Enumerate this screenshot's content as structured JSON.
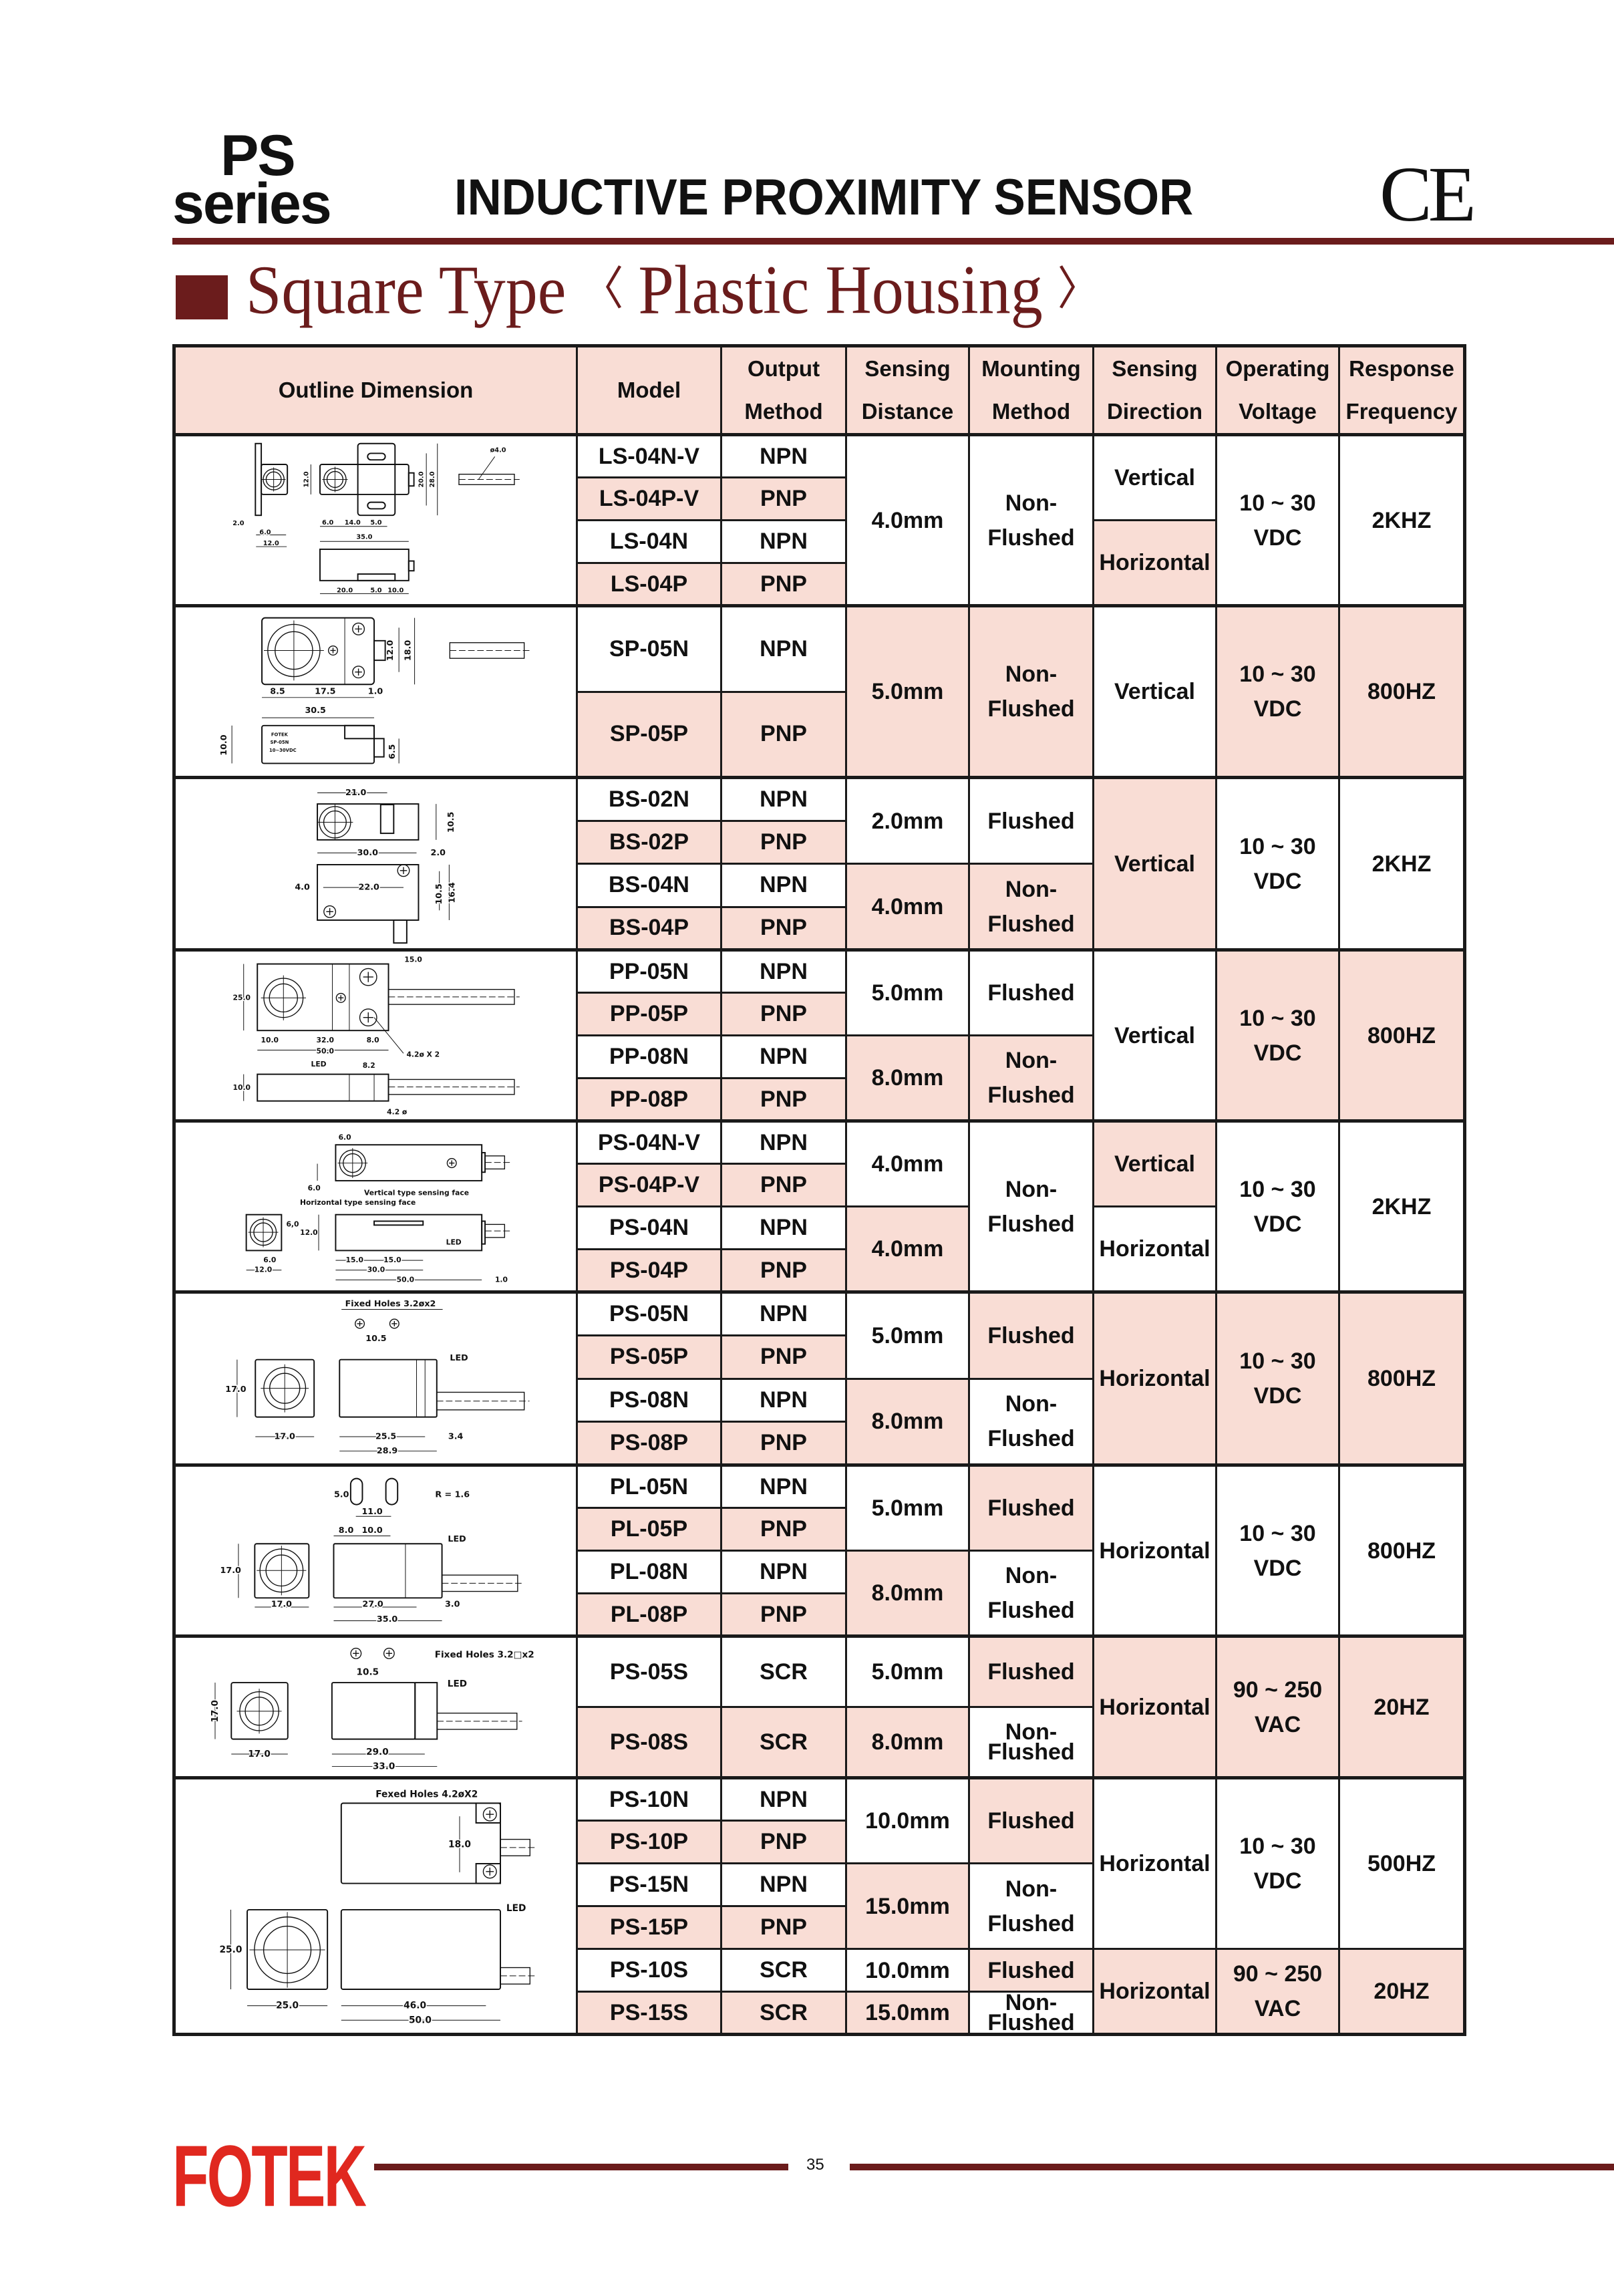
{
  "colors": {
    "dark": "#6b1c1c",
    "pink": "#f9ddd5",
    "red": "#e0281f"
  },
  "header": {
    "series_line1": "PS",
    "series_line2": "series",
    "title": "INDUCTIVE PROXIMITY SENSOR",
    "cert": "CE"
  },
  "section": {
    "title": "Square Type",
    "bracket_open": "〈",
    "subtitle": "Plastic Housing",
    "bracket_close": "〉"
  },
  "table": {
    "columns": [
      "Outline Dimension",
      "Model",
      "Output\nMethod",
      "Sensing\nDistance",
      "Mounting\nMethod",
      "Sensing\nDirection",
      "Operating\nVoltage",
      "Response\nFrequency"
    ],
    "groups": [
      {
        "rows": [
          {
            "model": "LS-04N-V",
            "output": "NPN"
          },
          {
            "model": "LS-04P-V",
            "output": "PNP"
          },
          {
            "model": "LS-04N",
            "output": "NPN"
          },
          {
            "model": "LS-04P",
            "output": "PNP"
          }
        ],
        "distance": [
          {
            "text": "4.0mm",
            "span": 4,
            "shade": 0
          }
        ],
        "mounting": [
          {
            "text": "Non-\nFlushed",
            "span": 4,
            "shade": 0
          }
        ],
        "direction": [
          {
            "text": "Vertical",
            "span": 2,
            "shade": 0
          },
          {
            "text": "Horizontal",
            "span": 2,
            "shade": 1
          }
        ],
        "voltage": [
          {
            "text": "10 ~ 30\nVDC",
            "span": 4,
            "shade": 0
          }
        ],
        "frequency": [
          {
            "text": "2KHZ",
            "span": 4,
            "shade": 0
          }
        ]
      },
      {
        "rows": [
          {
            "model": "SP-05N",
            "output": "NPN"
          },
          {
            "model": "SP-05P",
            "output": "PNP"
          }
        ],
        "distance": [
          {
            "text": "5.0mm",
            "span": 2,
            "shade": 1
          }
        ],
        "mounting": [
          {
            "text": "Non-\nFlushed",
            "span": 2,
            "shade": 1
          }
        ],
        "direction": [
          {
            "text": "Vertical",
            "span": 2,
            "shade": 0
          }
        ],
        "voltage": [
          {
            "text": "10 ~ 30\nVDC",
            "span": 2,
            "shade": 1
          }
        ],
        "frequency": [
          {
            "text": "800HZ",
            "span": 2,
            "shade": 1
          }
        ]
      },
      {
        "rows": [
          {
            "model": "BS-02N",
            "output": "NPN"
          },
          {
            "model": "BS-02P",
            "output": "PNP"
          },
          {
            "model": "BS-04N",
            "output": "NPN"
          },
          {
            "model": "BS-04P",
            "output": "PNP"
          }
        ],
        "distance": [
          {
            "text": "2.0mm",
            "span": 2,
            "shade": 0
          },
          {
            "text": "4.0mm",
            "span": 2,
            "shade": 1
          }
        ],
        "mounting": [
          {
            "text": "Flushed",
            "span": 2,
            "shade": 0
          },
          {
            "text": "Non-\nFlushed",
            "span": 2,
            "shade": 1
          }
        ],
        "direction": [
          {
            "text": "Vertical",
            "span": 4,
            "shade": 1
          }
        ],
        "voltage": [
          {
            "text": "10 ~ 30\nVDC",
            "span": 4,
            "shade": 0
          }
        ],
        "frequency": [
          {
            "text": "2KHZ",
            "span": 4,
            "shade": 0
          }
        ]
      },
      {
        "rows": [
          {
            "model": "PP-05N",
            "output": "NPN"
          },
          {
            "model": "PP-05P",
            "output": "PNP"
          },
          {
            "model": "PP-08N",
            "output": "NPN"
          },
          {
            "model": "PP-08P",
            "output": "PNP"
          }
        ],
        "distance": [
          {
            "text": "5.0mm",
            "span": 2,
            "shade": 0
          },
          {
            "text": "8.0mm",
            "span": 2,
            "shade": 1
          }
        ],
        "mounting": [
          {
            "text": "Flushed",
            "span": 2,
            "shade": 0
          },
          {
            "text": "Non-\nFlushed",
            "span": 2,
            "shade": 1
          }
        ],
        "direction": [
          {
            "text": "Vertical",
            "span": 4,
            "shade": 0
          }
        ],
        "voltage": [
          {
            "text": "10 ~ 30\nVDC",
            "span": 4,
            "shade": 1
          }
        ],
        "frequency": [
          {
            "text": "800HZ",
            "span": 4,
            "shade": 1
          }
        ]
      },
      {
        "rows": [
          {
            "model": "PS-04N-V",
            "output": "NPN"
          },
          {
            "model": "PS-04P-V",
            "output": "PNP"
          },
          {
            "model": "PS-04N",
            "output": "NPN"
          },
          {
            "model": "PS-04P",
            "output": "PNP"
          }
        ],
        "distance": [
          {
            "text": "4.0mm",
            "span": 2,
            "shade": 0
          },
          {
            "text": "4.0mm",
            "span": 2,
            "shade": 1
          }
        ],
        "mounting": [
          {
            "text": "Non-\nFlushed",
            "span": 4,
            "shade": 0
          }
        ],
        "direction": [
          {
            "text": "Vertical",
            "span": 2,
            "shade": 1
          },
          {
            "text": "Horizontal",
            "span": 2,
            "shade": 0
          }
        ],
        "voltage": [
          {
            "text": "10 ~ 30\nVDC",
            "span": 4,
            "shade": 0
          }
        ],
        "frequency": [
          {
            "text": "2KHZ",
            "span": 4,
            "shade": 0
          }
        ]
      },
      {
        "rows": [
          {
            "model": "PS-05N",
            "output": "NPN"
          },
          {
            "model": "PS-05P",
            "output": "PNP"
          },
          {
            "model": "PS-08N",
            "output": "NPN"
          },
          {
            "model": "PS-08P",
            "output": "PNP"
          }
        ],
        "distance": [
          {
            "text": "5.0mm",
            "span": 2,
            "shade": 0
          },
          {
            "text": "8.0mm",
            "span": 2,
            "shade": 1
          }
        ],
        "mounting": [
          {
            "text": "Flushed",
            "span": 2,
            "shade": 1
          },
          {
            "text": "Non-\nFlushed",
            "span": 2,
            "shade": 0
          }
        ],
        "direction": [
          {
            "text": "Horizontal",
            "span": 4,
            "shade": 1
          }
        ],
        "voltage": [
          {
            "text": "10 ~ 30\nVDC",
            "span": 4,
            "shade": 1
          }
        ],
        "frequency": [
          {
            "text": "800HZ",
            "span": 4,
            "shade": 1
          }
        ]
      },
      {
        "rows": [
          {
            "model": "PL-05N",
            "output": "NPN"
          },
          {
            "model": "PL-05P",
            "output": "PNP"
          },
          {
            "model": "PL-08N",
            "output": "NPN"
          },
          {
            "model": "PL-08P",
            "output": "PNP"
          }
        ],
        "distance": [
          {
            "text": "5.0mm",
            "span": 2,
            "shade": 0
          },
          {
            "text": "8.0mm",
            "span": 2,
            "shade": 1
          }
        ],
        "mounting": [
          {
            "text": "Flushed",
            "span": 2,
            "shade": 1
          },
          {
            "text": "Non-\nFlushed",
            "span": 2,
            "shade": 0
          }
        ],
        "direction": [
          {
            "text": "Horizontal",
            "span": 4,
            "shade": 0
          }
        ],
        "voltage": [
          {
            "text": "10 ~ 30\nVDC",
            "span": 4,
            "shade": 0
          }
        ],
        "frequency": [
          {
            "text": "800HZ",
            "span": 4,
            "shade": 0
          }
        ]
      },
      {
        "rows": [
          {
            "model": "PS-05S",
            "output": "SCR"
          },
          {
            "model": "PS-08S",
            "output": "SCR"
          }
        ],
        "distance": [
          {
            "text": "5.0mm",
            "span": 1,
            "shade": 0
          },
          {
            "text": "8.0mm",
            "span": 1,
            "shade": 1
          }
        ],
        "mounting": [
          {
            "text": "Flushed",
            "span": 1,
            "shade": 1
          },
          {
            "text": "Non-\nFlushed",
            "span": 1,
            "shade": 0
          }
        ],
        "direction": [
          {
            "text": "Horizontal",
            "span": 2,
            "shade": 1
          }
        ],
        "voltage": [
          {
            "text": "90 ~ 250\nVAC",
            "span": 2,
            "shade": 1
          }
        ],
        "frequency": [
          {
            "text": "20HZ",
            "span": 2,
            "shade": 1
          }
        ]
      },
      {
        "rows": [
          {
            "model": "PS-10N",
            "output": "NPN"
          },
          {
            "model": "PS-10P",
            "output": "PNP"
          },
          {
            "model": "PS-15N",
            "output": "NPN"
          },
          {
            "model": "PS-15P",
            "output": "PNP"
          },
          {
            "model": "PS-10S",
            "output": "SCR"
          },
          {
            "model": "PS-15S",
            "output": "SCR"
          }
        ],
        "distance": [
          {
            "text": "10.0mm",
            "span": 2,
            "shade": 0
          },
          {
            "text": "15.0mm",
            "span": 2,
            "shade": 1
          },
          {
            "text": "10.0mm",
            "span": 1,
            "shade": 0
          },
          {
            "text": "15.0mm",
            "span": 1,
            "shade": 1
          }
        ],
        "mounting": [
          {
            "text": "Flushed",
            "span": 2,
            "shade": 1
          },
          {
            "text": "Non-\nFlushed",
            "span": 2,
            "shade": 0
          },
          {
            "text": "Flushed",
            "span": 1,
            "shade": 1
          },
          {
            "text": "Non-\nFlushed",
            "span": 1,
            "shade": 0
          }
        ],
        "direction": [
          {
            "text": "Horizontal",
            "span": 4,
            "shade": 0
          },
          {
            "text": "Horizontal",
            "span": 2,
            "shade": 1
          }
        ],
        "voltage": [
          {
            "text": "10 ~ 30\nVDC",
            "span": 4,
            "shade": 0
          },
          {
            "text": "90 ~ 250\nVAC",
            "span": 2,
            "shade": 1
          }
        ],
        "frequency": [
          {
            "text": "500HZ",
            "span": 4,
            "shade": 0
          },
          {
            "text": "20HZ",
            "span": 2,
            "shade": 1
          }
        ]
      }
    ]
  },
  "drawings": [
    [
      "ø4.0",
      "12.0",
      "20.0",
      "28.0",
      "2.0",
      "6.0",
      "12.0",
      "6.0",
      "14.0",
      "5.0",
      "35.0",
      "20.0",
      "5.0",
      "10.0"
    ],
    [
      "8.5",
      "17.5",
      "1.0",
      "12.0",
      "18.0",
      "30.5",
      "10.0",
      "6.5",
      "FOTEK",
      "SP-05N",
      "10~30VDC"
    ],
    [
      "21.0",
      "10.5",
      "30.0",
      "2.0",
      "4.0",
      "22.0",
      "10.5",
      "16.4"
    ],
    [
      "15.0",
      "25.0",
      "10.0",
      "32.0",
      "8.0",
      "50.0",
      "4.2ø X 2",
      "LED",
      "8.2",
      "10.0",
      "4.2 ø"
    ],
    [
      "6.0",
      "6.0",
      "Vertical type sensing face",
      "Horizontal type sensing face",
      "6,0",
      "12.0",
      "LED",
      "6.0",
      "12.0",
      "15.0",
      "15.0",
      "30.0",
      "50.0",
      "1.0"
    ],
    [
      "Fixed Holes 3.2øx2",
      "10.5",
      "LED",
      "17.0",
      "17.0",
      "25.5",
      "3.4",
      "28.9"
    ],
    [
      "5.0",
      "R = 1.6",
      "11.0",
      "8.0",
      "10.0",
      "LED",
      "17.0",
      "17.0",
      "27.0",
      "3.0",
      "35.0"
    ],
    [
      "Fixed Holes 3.2□x2",
      "10.5",
      "LED",
      "17.0",
      "17.0",
      "29.0",
      "33.0"
    ],
    [
      "Fexed Holes 4.2øX2",
      "18.0",
      "LED",
      "25.0",
      "25.0",
      "46.0",
      "50.0"
    ]
  ],
  "footer": {
    "brand": "FOTEK",
    "page": "35"
  }
}
